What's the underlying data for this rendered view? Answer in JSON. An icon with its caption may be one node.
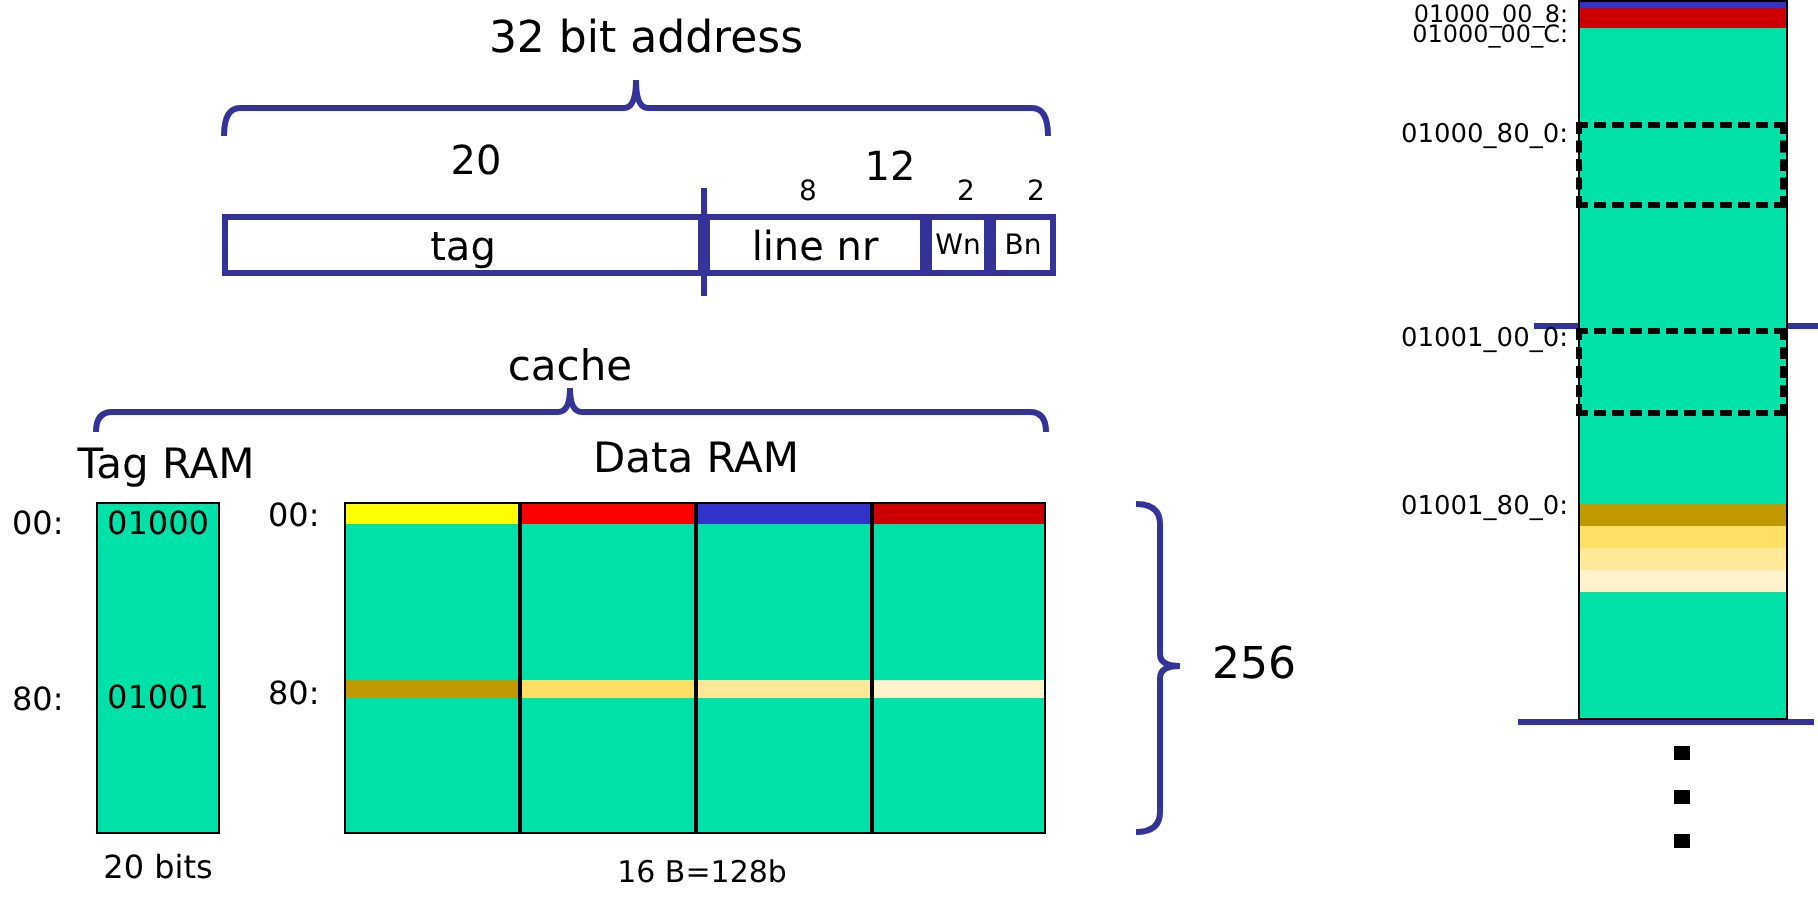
{
  "diagram": {
    "nodes": [
      {
        "text": [
          "tag"
        ]
      },
      {
        "text": [
          "line nr"
        ]
      },
      {
        "text": [
          "Wn"
        ]
      },
      {
        "text": [
          "Bn"
        ]
      },
      {
        "text": [
          "01000",
          "01001"
        ]
      },
      {
        "text": [],
        "shape": "box"
      },
      {
        "text": [],
        "shape": "box"
      },
      {
        "text": [],
        "shape": "box"
      },
      {
        "text": [],
        "shape": "box"
      },
      {
        "text": [],
        "shape": "bar"
      },
      {
        "text": [],
        "shape": "box",
        "in": 9
      },
      {
        "text": [],
        "shape": "box",
        "in": 9
      }
    ],
    "edges": [],
    "labels": [
      "32 bit address",
      "20",
      "12",
      "8",
      "2",
      "2",
      "cache",
      "Tag RAM",
      "Data RAM",
      "00:",
      "80:",
      "00:",
      "80:",
      "20 bits",
      "16 B=128b",
      "256",
      "01000_00_8:",
      "01000_00_C:",
      "01000_80_0:",
      "01001_00_0:",
      "01001_80_0:"
    ]
  }
}
